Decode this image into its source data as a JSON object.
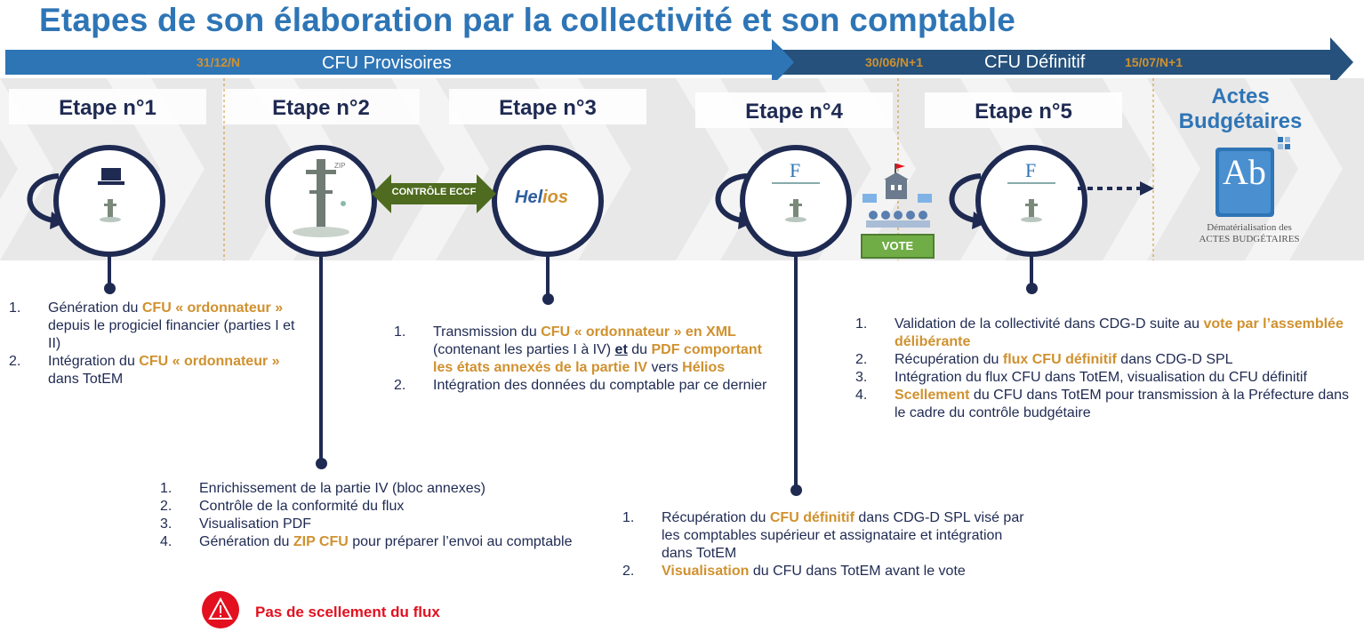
{
  "title": "Etapes de son élaboration par la collectivité et son comptable",
  "timeline": {
    "phase_provisoire": "CFU Provisoires",
    "phase_definitif": "CFU Définitif",
    "date1": "31/12/N",
    "date2": "30/06/N+1",
    "date3": "15/07/N+1"
  },
  "steps": {
    "s1": "Etape n°1",
    "s2": "Etape n°2",
    "s3": "Etape n°3",
    "s4": "Etape n°4",
    "s5": "Etape n°5",
    "actes_line1": "Actes",
    "actes_line2": "Budgétaires"
  },
  "labels": {
    "controle": "CONTRÔLE ECCF",
    "helios": "Hel",
    "helios2": "ios",
    "vote": "VOTE",
    "ab": "Ab",
    "ab_line1": "Dématérialisation des",
    "ab_line2": "ACTES BUDGÉTAIRES",
    "warning": "Pas de scellement du flux"
  },
  "list1": [
    {
      "num": "1.",
      "parts": [
        [
          "Génération du ",
          ""
        ],
        [
          "CFU « ordonnateur »",
          "o"
        ],
        [
          " depuis le progiciel financier (parties I et II)",
          ""
        ]
      ]
    },
    {
      "num": "2.",
      "parts": [
        [
          "Intégration du ",
          ""
        ],
        [
          "CFU « ordonnateur »",
          "o"
        ],
        [
          " dans TotEM",
          ""
        ]
      ]
    }
  ],
  "list2": [
    {
      "num": "1.",
      "parts": [
        [
          "Enrichissement de la partie IV (bloc annexes)",
          ""
        ]
      ]
    },
    {
      "num": "2.",
      "parts": [
        [
          "Contrôle de la conformité du flux",
          ""
        ]
      ]
    },
    {
      "num": "3.",
      "parts": [
        [
          "Visualisation PDF",
          ""
        ]
      ]
    },
    {
      "num": "4.",
      "parts": [
        [
          "Génération du ",
          ""
        ],
        [
          "ZIP CFU",
          "o"
        ],
        [
          " pour préparer l’envoi au comptable",
          ""
        ]
      ]
    }
  ],
  "list3": [
    {
      "num": "1.",
      "parts": [
        [
          "Transmission du ",
          ""
        ],
        [
          "CFU « ordonnateur » en XML",
          "o"
        ],
        [
          " (contenant les parties I à IV) ",
          ""
        ],
        [
          "et",
          "b"
        ],
        [
          " du ",
          ""
        ],
        [
          "PDF comportant les états annexés de la partie IV",
          "o"
        ],
        [
          " vers ",
          ""
        ],
        [
          "Hélios",
          "o"
        ]
      ]
    },
    {
      "num": "2.",
      "parts": [
        [
          "Intégration des données du comptable par ce dernier",
          ""
        ]
      ]
    }
  ],
  "list4": [
    {
      "num": "1.",
      "parts": [
        [
          "Récupération du ",
          ""
        ],
        [
          "CFU définitif",
          "o"
        ],
        [
          " dans CDG-D SPL visé par les comptables supérieur et assignataire et intégration dans TotEM",
          ""
        ]
      ]
    },
    {
      "num": "2.",
      "parts": [
        [
          "Visualisation",
          "o"
        ],
        [
          " du CFU dans TotEM avant le vote",
          ""
        ]
      ]
    }
  ],
  "list5": [
    {
      "num": "1.",
      "parts": [
        [
          "Validation de la collectivité dans CDG-D suite au ",
          ""
        ],
        [
          "vote par l’assemblée délibérante",
          "o"
        ]
      ]
    },
    {
      "num": "2.",
      "parts": [
        [
          "Récupération du ",
          ""
        ],
        [
          "flux CFU définitif",
          "o"
        ],
        [
          " dans CDG-D SPL",
          ""
        ]
      ]
    },
    {
      "num": "3.",
      "parts": [
        [
          "Intégration du flux CFU dans TotEM, visualisation du CFU définitif",
          ""
        ]
      ]
    },
    {
      "num": "4.",
      "parts": [
        [
          "Scellement",
          "o"
        ],
        [
          " du CFU dans TotEM pour transmission à la Préfecture dans le cadre du contrôle budgétaire",
          ""
        ]
      ]
    }
  ],
  "colors": {
    "navy": "#1f2a52",
    "blue": "#2e75b6",
    "orange": "#d0912f",
    "green": "#4e6b1f",
    "red": "#e3101f"
  }
}
